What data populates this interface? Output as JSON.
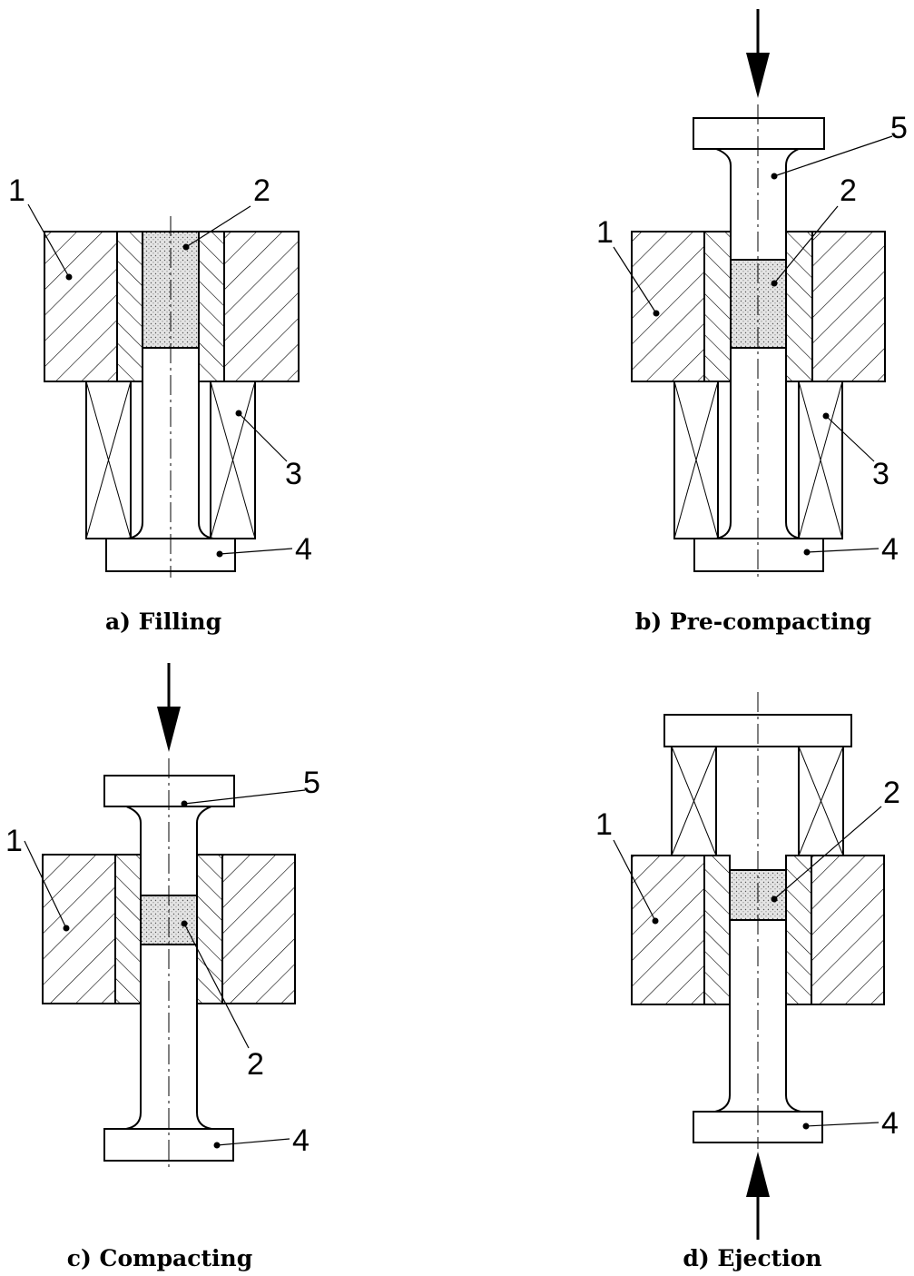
{
  "panels": [
    {
      "caption": "a) Filling",
      "callouts": {
        "die": "1",
        "powder": "2",
        "support": "3",
        "lower_punch": "4"
      }
    },
    {
      "caption": "b) Pre-compacting",
      "callouts": {
        "upper_punch": "5",
        "die": "1",
        "powder": "2",
        "support": "3",
        "lower_punch": "4"
      }
    },
    {
      "caption": "c) Compacting",
      "callouts": {
        "upper_punch": "5",
        "die": "1",
        "powder": "2",
        "lower_punch": "4"
      }
    },
    {
      "caption": "d) Ejection",
      "callouts": {
        "die": "1",
        "powder": "2",
        "lower_punch": "4"
      }
    }
  ],
  "colors": {
    "line": "#000000",
    "powder_fill": "#e4e4e4",
    "background": "#ffffff"
  }
}
